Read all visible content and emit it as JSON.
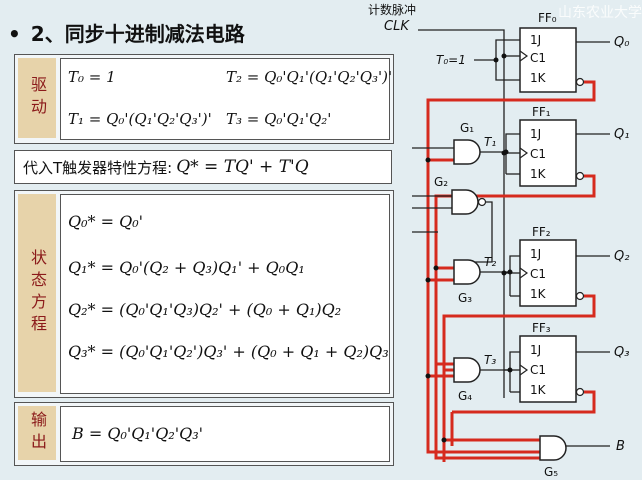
{
  "heading": {
    "bullet": "•",
    "title": "2、同步十进制减法电路"
  },
  "watermark": "山东农业大学",
  "drive": {
    "label": "驱动",
    "t0": "T₀ = 1",
    "t1": "T₁ = Q₀'(Q₁'Q₂'Q₃')'",
    "t2": "T₂ = Q₀'Q₁'(Q₁'Q₂'Q₃')'",
    "t3": "T₃ = Q₀'Q₁'Q₂'"
  },
  "char_eq": {
    "prefix": "代入T触发器特性方程:",
    "formula": "Q* = TQ' + T'Q"
  },
  "state": {
    "label": "状态方程",
    "q0": "Q₀* = Q₀'",
    "q1": "Q₁* = Q₀'(Q₂ + Q₃)Q₁' + Q₀Q₁",
    "q2": "Q₂* = (Q₀'Q₁'Q₃)Q₂' + (Q₀ + Q₁)Q₂",
    "q3": "Q₃* = (Q₀'Q₁'Q₂')Q₃' + (Q₀ + Q₁ + Q₂)Q₃"
  },
  "output": {
    "label": "输出",
    "formula": "B = Q₀'Q₁'Q₂'Q₃'"
  },
  "circuit": {
    "clk_label_cn": "计数脉冲",
    "clk_label": "CLK",
    "t0_input": "T₀=1",
    "ff_names": [
      "FF₀",
      "FF₁",
      "FF₂",
      "FF₃"
    ],
    "pins": {
      "j": "1J",
      "c": "C1",
      "k": "1K"
    },
    "outputs": [
      "Q₀",
      "Q₁",
      "Q₂",
      "Q₃",
      "B"
    ],
    "gates": [
      "G₁",
      "G₂",
      "G₃",
      "G₄",
      "G₅"
    ],
    "t_labels": [
      "T₁",
      "T₂",
      "T₃"
    ],
    "feedback_color": "#d62a1e"
  }
}
